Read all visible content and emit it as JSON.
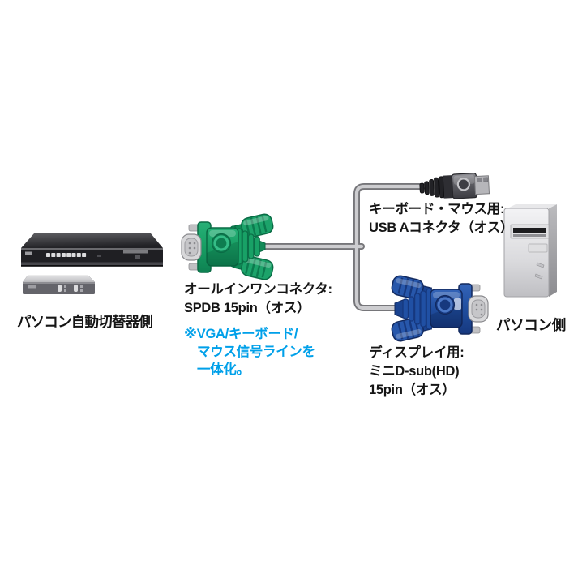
{
  "labels": {
    "switch_side": "パソコン自動切替器側",
    "all_in_one_connector": {
      "line1": "オールインワンコネクタ:",
      "line2": "SPDB 15pin（オス）"
    },
    "note": {
      "line1": "※VGA/キーボード/",
      "line2": "マウス信号ラインを",
      "line3": "一体化。"
    },
    "usb_connector": {
      "line1": "キーボード・マウス用:",
      "line2": "USB Aコネクタ（オス）"
    },
    "display_connector": {
      "line1": "ディスプレイ用:",
      "line2": "ミニD-sub(HD)",
      "line3": "15pin（オス）"
    },
    "pc_side": "パソコン側"
  },
  "colors": {
    "background": "#ffffff",
    "text": "#151515",
    "note_blue": "#00a0e9",
    "connector_green": "#1ba26a",
    "connector_green_dark": "#0a6b45",
    "connector_blue": "#2050a4",
    "connector_blue_dark": "#12295e",
    "cable_fill": "#cdcdd0",
    "cable_outline": "#76767a",
    "metal_gray": "#d6d6d8",
    "device_dark": "#232327",
    "tower_gray": "#d9d9db"
  },
  "illustrations": [
    {
      "name": "kvm-switch-illustration",
      "desc": "rack-mount KVM auto switch unit"
    },
    {
      "name": "console-box-illustration",
      "desc": "small console box with two ports"
    },
    {
      "name": "spdb-connector-illustration",
      "desc": "green SPDB 15pin all-in-one male connector"
    },
    {
      "name": "usb-connector-illustration",
      "desc": "USB A male connector for keyboard/mouse"
    },
    {
      "name": "vga-connector-illustration",
      "desc": "blue mini D-sub HD15 male connector for display"
    },
    {
      "name": "pc-tower-illustration",
      "desc": "desktop PC tower"
    },
    {
      "name": "cable-split-illustration",
      "desc": "cable from SPDB splitting into USB and VGA branches"
    }
  ]
}
